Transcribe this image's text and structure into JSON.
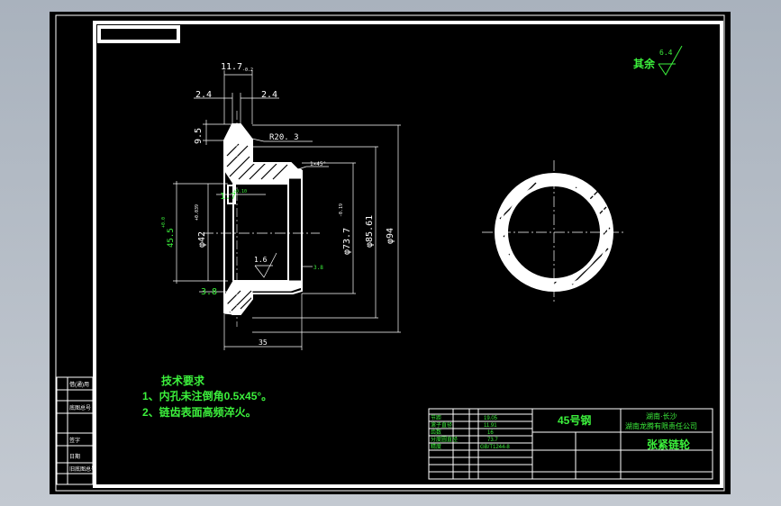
{
  "drawing": {
    "surface_roughness_note": "其余",
    "surface_roughness_value": "6.4",
    "dims": {
      "width_top": "11.7",
      "width_top_tol": "-0.2",
      "left_chamfer": "2.4",
      "right_chamfer": "2.4",
      "tooth_height": "9.5",
      "radius": "R20. 3",
      "chamfer_note": "1×45°",
      "inner_width": "1.7",
      "inner_width_tol": "+0.10",
      "bore": "φ42",
      "bore_tol": "+0.039",
      "bore_depth": "45.5",
      "bore_depth_tol": "+0.0",
      "hub_dia": "φ73.7",
      "hub_dia_tol": "-0.19",
      "root_dia": "φ85.61",
      "outer_dia": "φ94",
      "roughness_inner": "1.6",
      "small_dim": "3.8",
      "right_small": "3.8",
      "length": "35"
    },
    "tech_title": "技术要求",
    "tech_items": [
      "1、内孔未注倒角0.5x45°。",
      "2、链齿表面高频淬火。"
    ]
  },
  "title_block": {
    "material": "45号钢",
    "part_name": "张紧链轮",
    "company_line1": "湖南·长沙",
    "company_line2": "湖南龙腾有限责任公司",
    "rows": [
      [
        "节距",
        "19.05"
      ],
      [
        "滚子直径",
        "11.91"
      ],
      [
        "齿数",
        "16"
      ],
      [
        "分度圆直径",
        "73.7"
      ],
      [
        "精度",
        "GB/T1244-8"
      ]
    ],
    "left_labels": [
      "借(通)用",
      "底图总号",
      "签字",
      "日期",
      "旧底图总号"
    ]
  }
}
